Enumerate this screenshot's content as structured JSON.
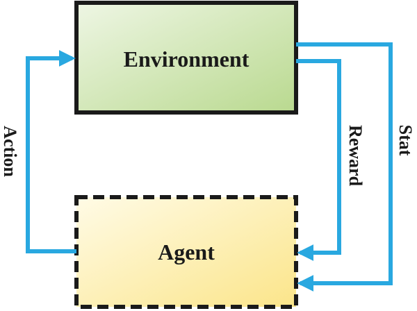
{
  "nodes": {
    "environment": {
      "label": "Environment"
    },
    "agent": {
      "label": "Agent"
    }
  },
  "edges": {
    "action": {
      "label": "Action"
    },
    "reward": {
      "label": "Reward"
    },
    "state": {
      "label": "Stat"
    }
  },
  "colors": {
    "arrow": "#29a8e0",
    "environment_fill_light": "#eef6e4",
    "environment_fill_dark": "#b9d98f",
    "agent_fill_light": "#fffbe6",
    "agent_fill_dark": "#fbe58a",
    "border": "#1a1a1a"
  }
}
